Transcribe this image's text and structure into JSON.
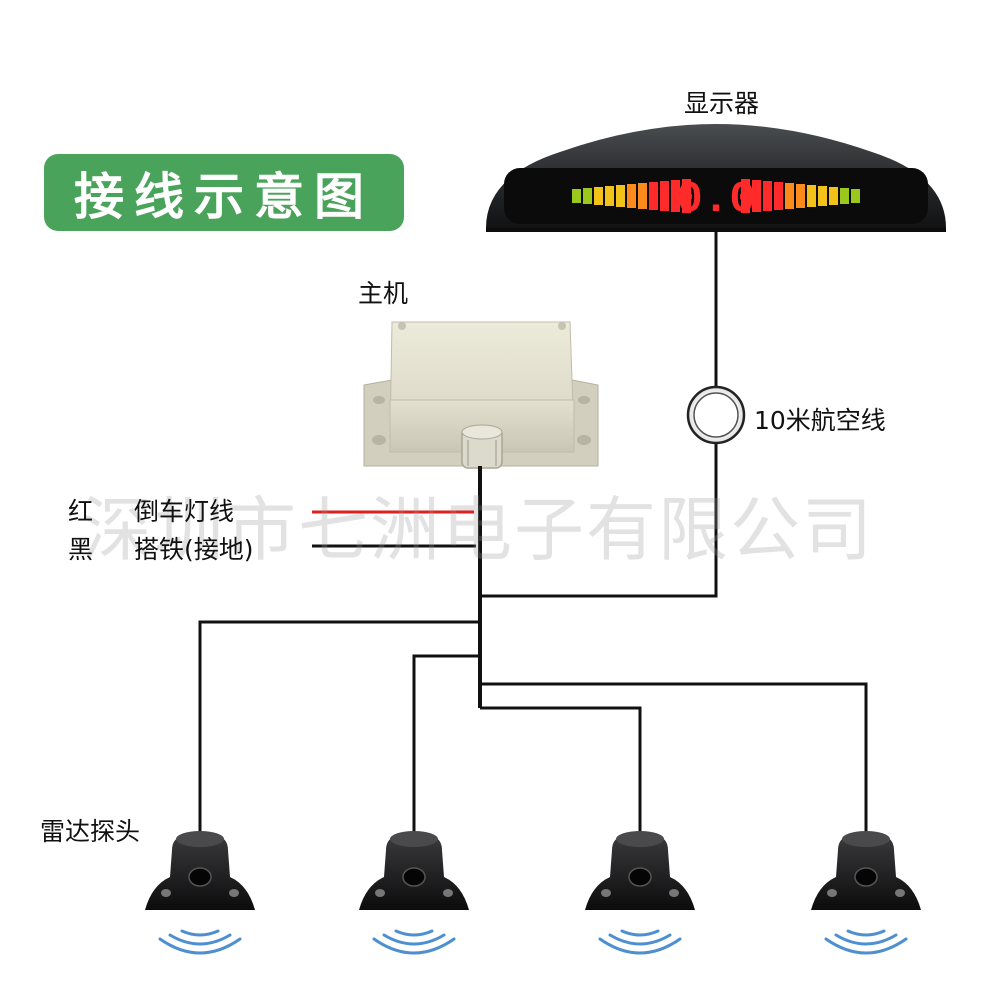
{
  "title": "接线示意图",
  "labels": {
    "display": "显示器",
    "host": "主机",
    "aviation_cable": "10米航空线",
    "red_wire": "红",
    "red_wire_desc": "倒车灯线",
    "black_wire": "黑",
    "black_wire_desc": "搭铁(接地)",
    "probes": "雷达探头"
  },
  "display_readout": "0.0",
  "watermark": "深圳市七洲电子有限公司",
  "colors": {
    "badge_green": "#4aa35a",
    "red_wire": "#e0201c",
    "led_red": "#ff2a2a",
    "led_orange": "#ff8a1c",
    "led_yellow": "#f2c21a",
    "led_green": "#9bc81c",
    "housing": "#2a2c2e",
    "host_box": "#e4e1d4"
  },
  "icons": [
    "display-icon",
    "host-box-icon",
    "connector-ring-icon",
    "radar-probe-icon",
    "signal-wave-icon"
  ]
}
